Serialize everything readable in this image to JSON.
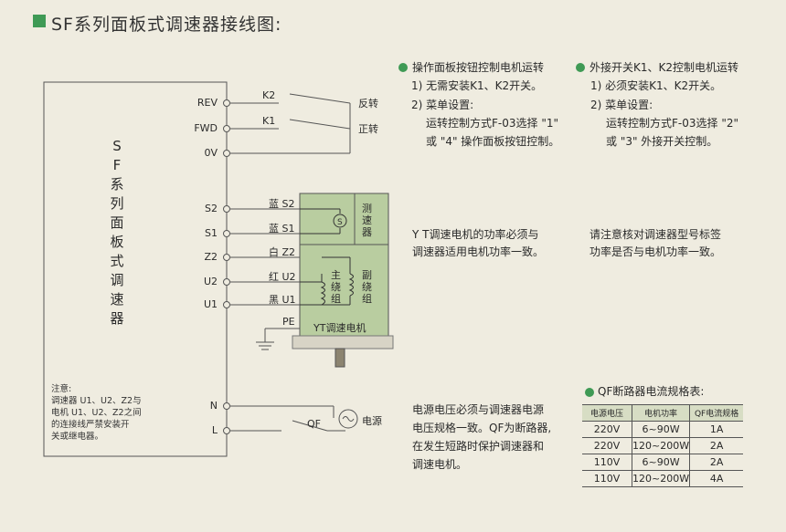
{
  "title": "SF系列面板式调速器接线图:",
  "controller": {
    "label": "SF系列面板式调速器",
    "terminals": [
      "REV",
      "FWD",
      "0V",
      "S2",
      "S1",
      "Z2",
      "U2",
      "U1",
      "N",
      "L"
    ],
    "note": [
      "注意:",
      "调速器 U1、U2、Z2与",
      "电机 U1、U2、Z2之间",
      "的连接线严禁安装开",
      "关或继电器。"
    ]
  },
  "switches": {
    "k2": "K2",
    "k1": "K1",
    "reverse": "反转",
    "forward": "正转"
  },
  "motor": {
    "wires": [
      "蓝 S2",
      "蓝 S1",
      "白 Z2",
      "红 U2",
      "黑 U1"
    ],
    "pe": "PE",
    "speed_sensor": "测速器",
    "main_winding": "主绕组",
    "aux_winding": "副绕组",
    "name": "YT调速电机"
  },
  "power": {
    "breaker": "QF",
    "source": "电源"
  },
  "section1": {
    "heading": "操作面板按钮控制电机运转",
    "lines": [
      "1) 无需安装K1、K2开关。",
      "2) 菜单设置:",
      "运转控制方式F-03选择 \"1\"",
      "或 \"4\" 操作面板按钮控制。"
    ]
  },
  "section2": {
    "heading": "外接开关K1、K2控制电机运转",
    "lines": [
      "1) 必须安装K1、K2开关。",
      "2) 菜单设置:",
      "运转控制方式F-03选择 \"2\"",
      "或 \"3\" 外接开关控制。"
    ]
  },
  "power_note1": [
    "Y T调速电机的功率必须与",
    "调速器适用电机功率一致。"
  ],
  "power_note2": [
    "请注意核对调速器型号标签",
    "功率是否与电机功率一致。"
  ],
  "voltage_note": [
    "电源电压必须与调速器电源",
    "电压规格一致。QF为断路器,",
    "在发生短路时保护调速器和",
    "调速电机。"
  ],
  "qf_table": {
    "heading": "QF断路器电流规格表:",
    "headers": [
      "电源电压",
      "电机功率",
      "QF电流规格"
    ],
    "rows": [
      [
        "220V",
        "6~90W",
        "1A"
      ],
      [
        "220V",
        "120~200W",
        "2A"
      ],
      [
        "110V",
        "6~90W",
        "2A"
      ],
      [
        "110V",
        "120~200W",
        "4A"
      ]
    ]
  },
  "colors": {
    "accent": "#3f9a55",
    "motor_fill": "#b9cda0",
    "background": "#efece0"
  }
}
